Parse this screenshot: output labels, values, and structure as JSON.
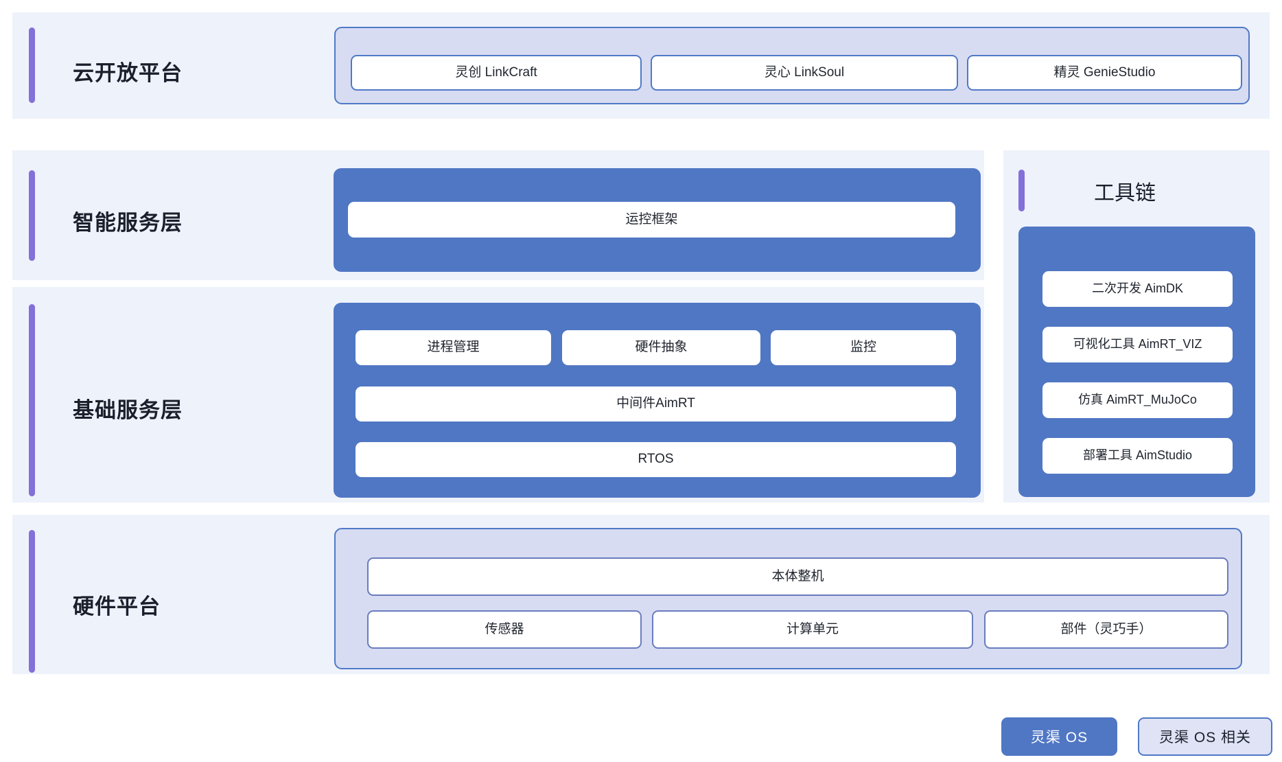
{
  "diagram": {
    "rows": [
      {
        "id": "cloud-open-platform",
        "label": "云开放平台",
        "items": [
          "灵创 LinkCraft",
          "灵心 LinkSoul",
          "精灵 GenieStudio"
        ]
      },
      {
        "id": "intelligent-service-layer",
        "label": "智能服务层",
        "items": [
          "运控框架"
        ]
      },
      {
        "id": "basic-service-layer",
        "label": "基础服务层",
        "row1": [
          "进程管理",
          "硬件抽象",
          "监控"
        ],
        "row2": "中间件AimRT",
        "row3": "RTOS"
      },
      {
        "id": "hardware-platform",
        "label": "硬件平台",
        "row1": "本体整机",
        "row2": [
          "传感器",
          "计算单元",
          "部件（灵巧手）"
        ]
      }
    ],
    "toolchain": {
      "title": "工具链",
      "items": [
        "二次开发 AimDK",
        "可视化工具 AimRT_VIZ",
        "仿真 AimRT_MuJoCo",
        "部署工具 AimStudio"
      ]
    },
    "legend": [
      {
        "label": "灵渠 OS",
        "style": "solid"
      },
      {
        "label": "灵渠 OS 相关",
        "style": "light"
      }
    ],
    "colors": {
      "accent_purple": "#8370d8",
      "panel_bg": "#eef2fb",
      "group_blue": "#5077c4",
      "group_lavender": "#d7dcf2",
      "border_blue": "#4f79c6",
      "box_white": "#ffffff"
    }
  }
}
